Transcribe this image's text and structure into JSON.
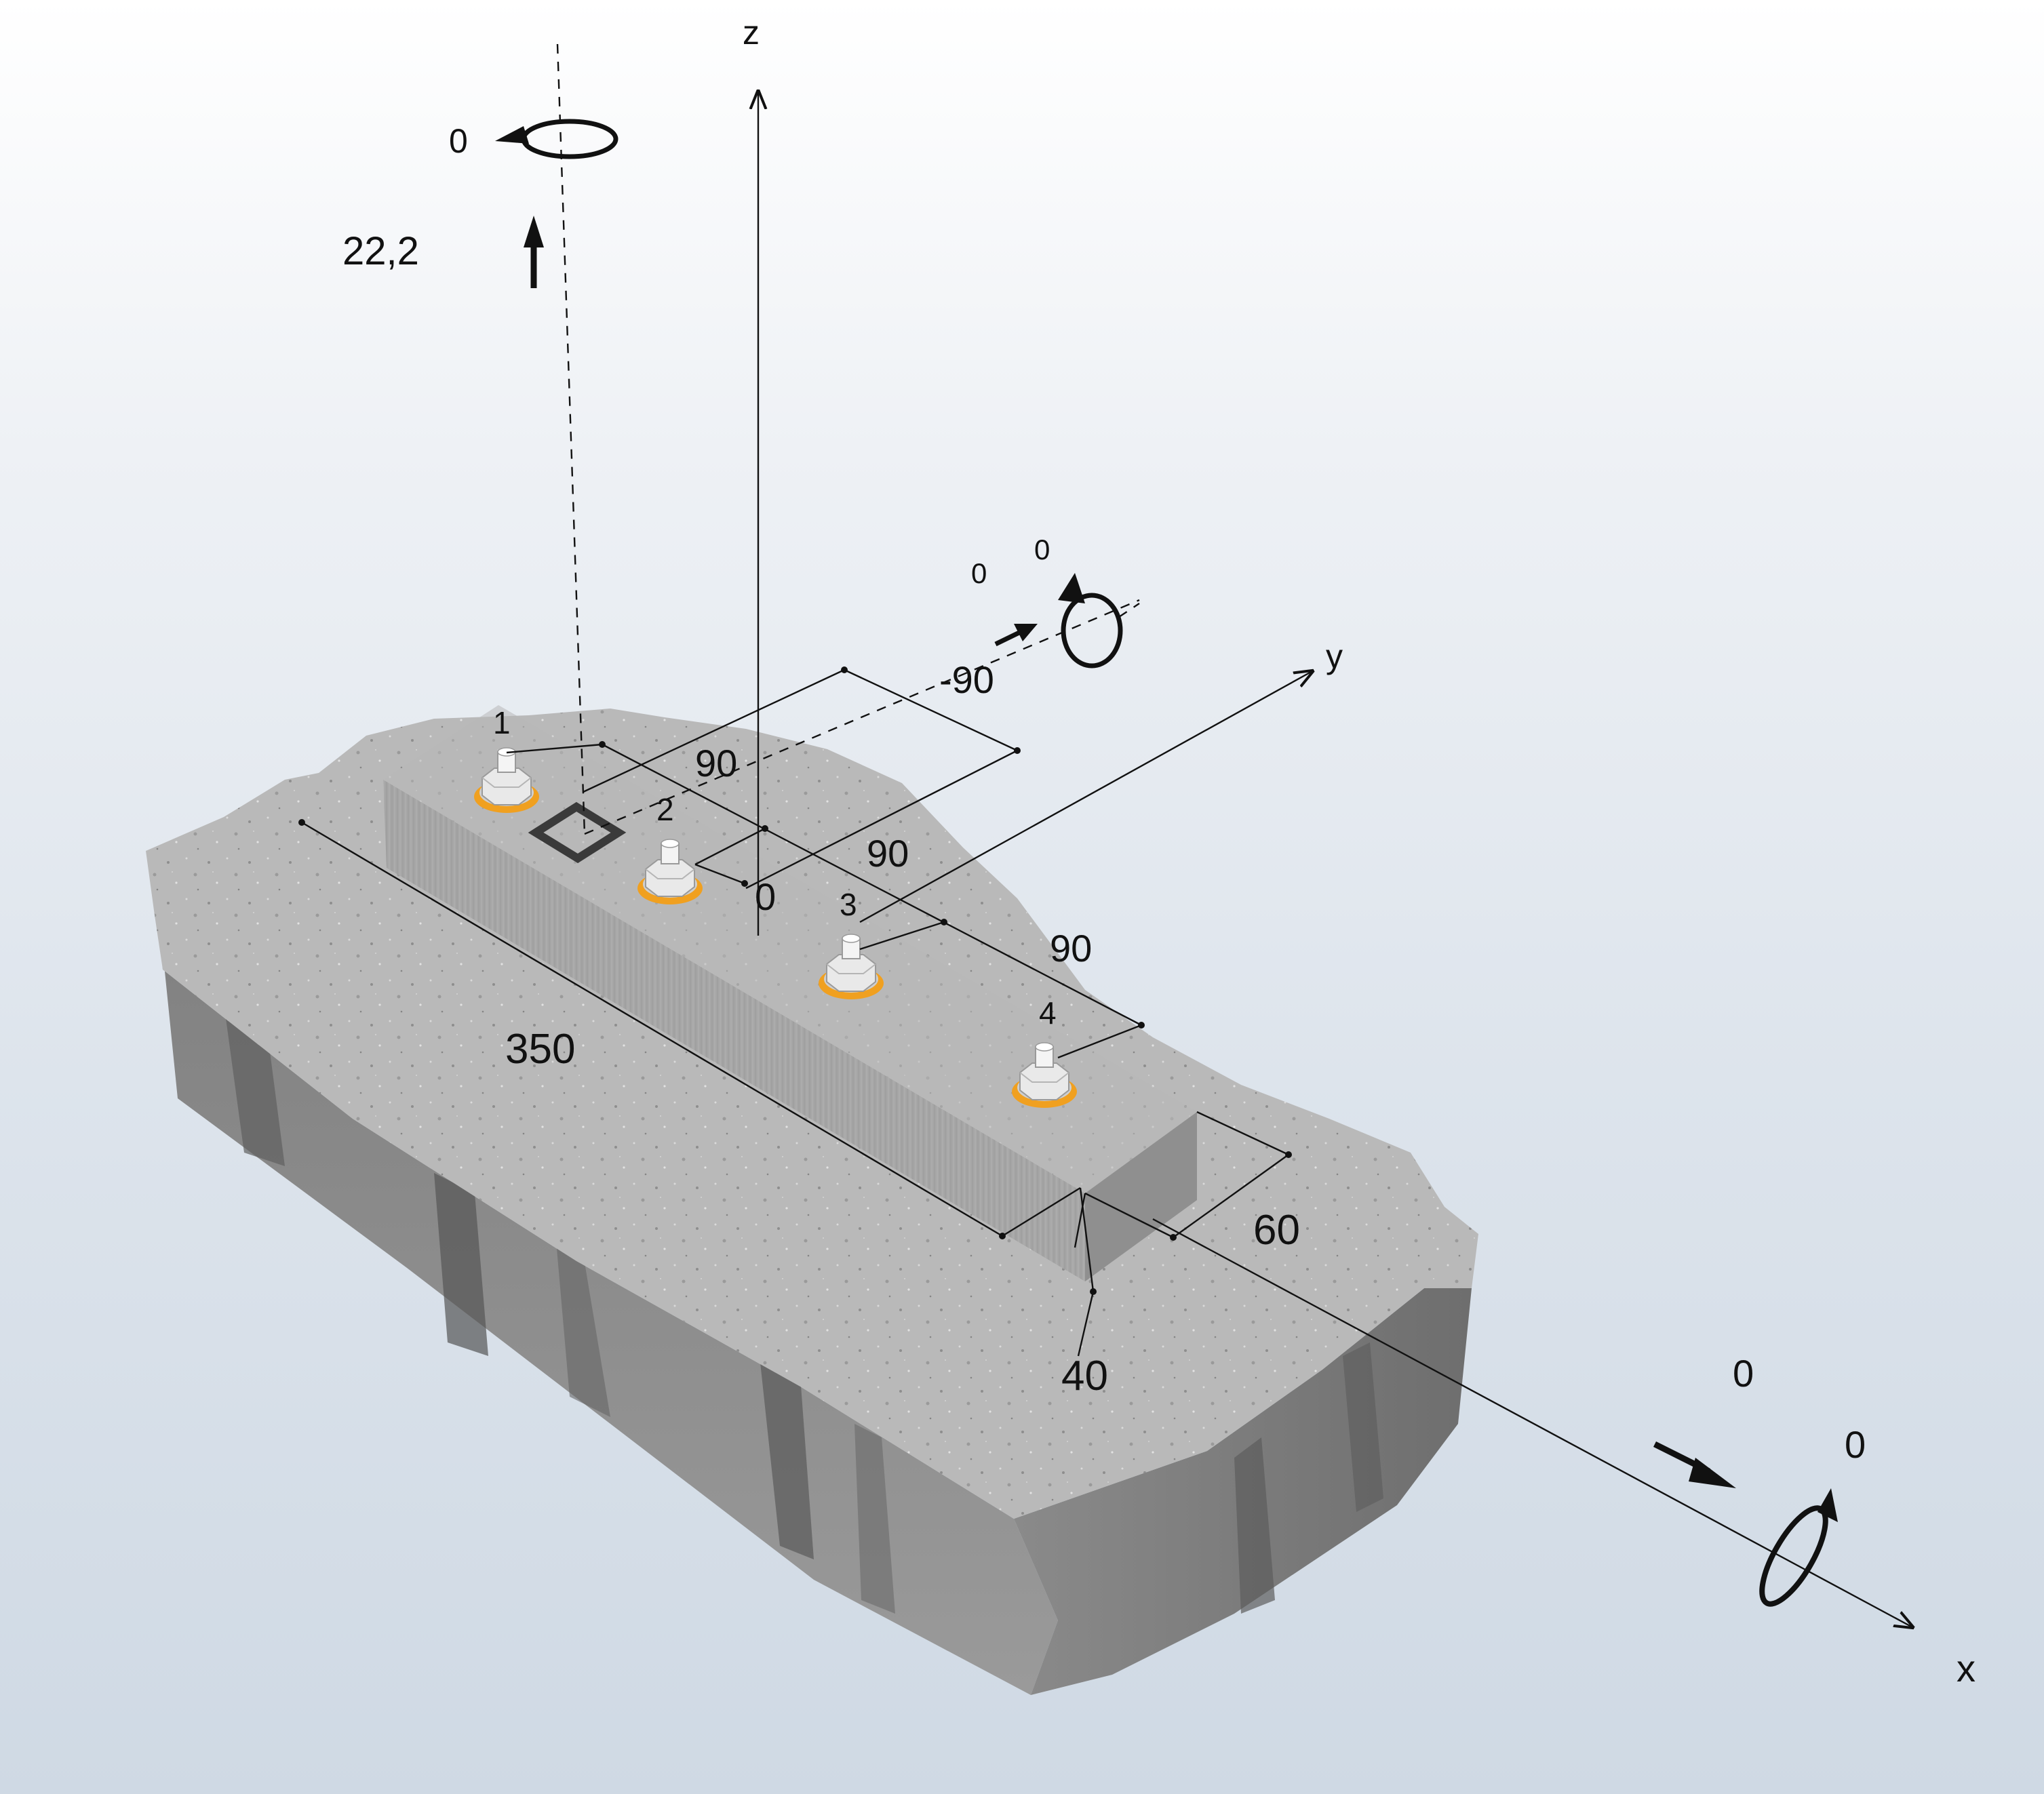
{
  "axes": {
    "x": "x",
    "y": "y",
    "z": "z"
  },
  "bolts": [
    "1",
    "2",
    "3",
    "4"
  ],
  "dimensions": {
    "bolt_spacing_1": "90",
    "bolt_spacing_2": "90",
    "bolt_spacing_3": "90",
    "offset_y": "-90",
    "origin": "0",
    "length": "350",
    "width": "60",
    "edge": "40"
  },
  "loads": {
    "z_moment": "0",
    "z_force": "22,2",
    "y_force": "0",
    "y_moment": "0",
    "x_force": "0",
    "x_moment": "0"
  },
  "colors": {
    "washer": "#f0a020",
    "concrete": "#b5b5b5",
    "steel": "#a9a9a9",
    "background": "#dde4ec"
  }
}
